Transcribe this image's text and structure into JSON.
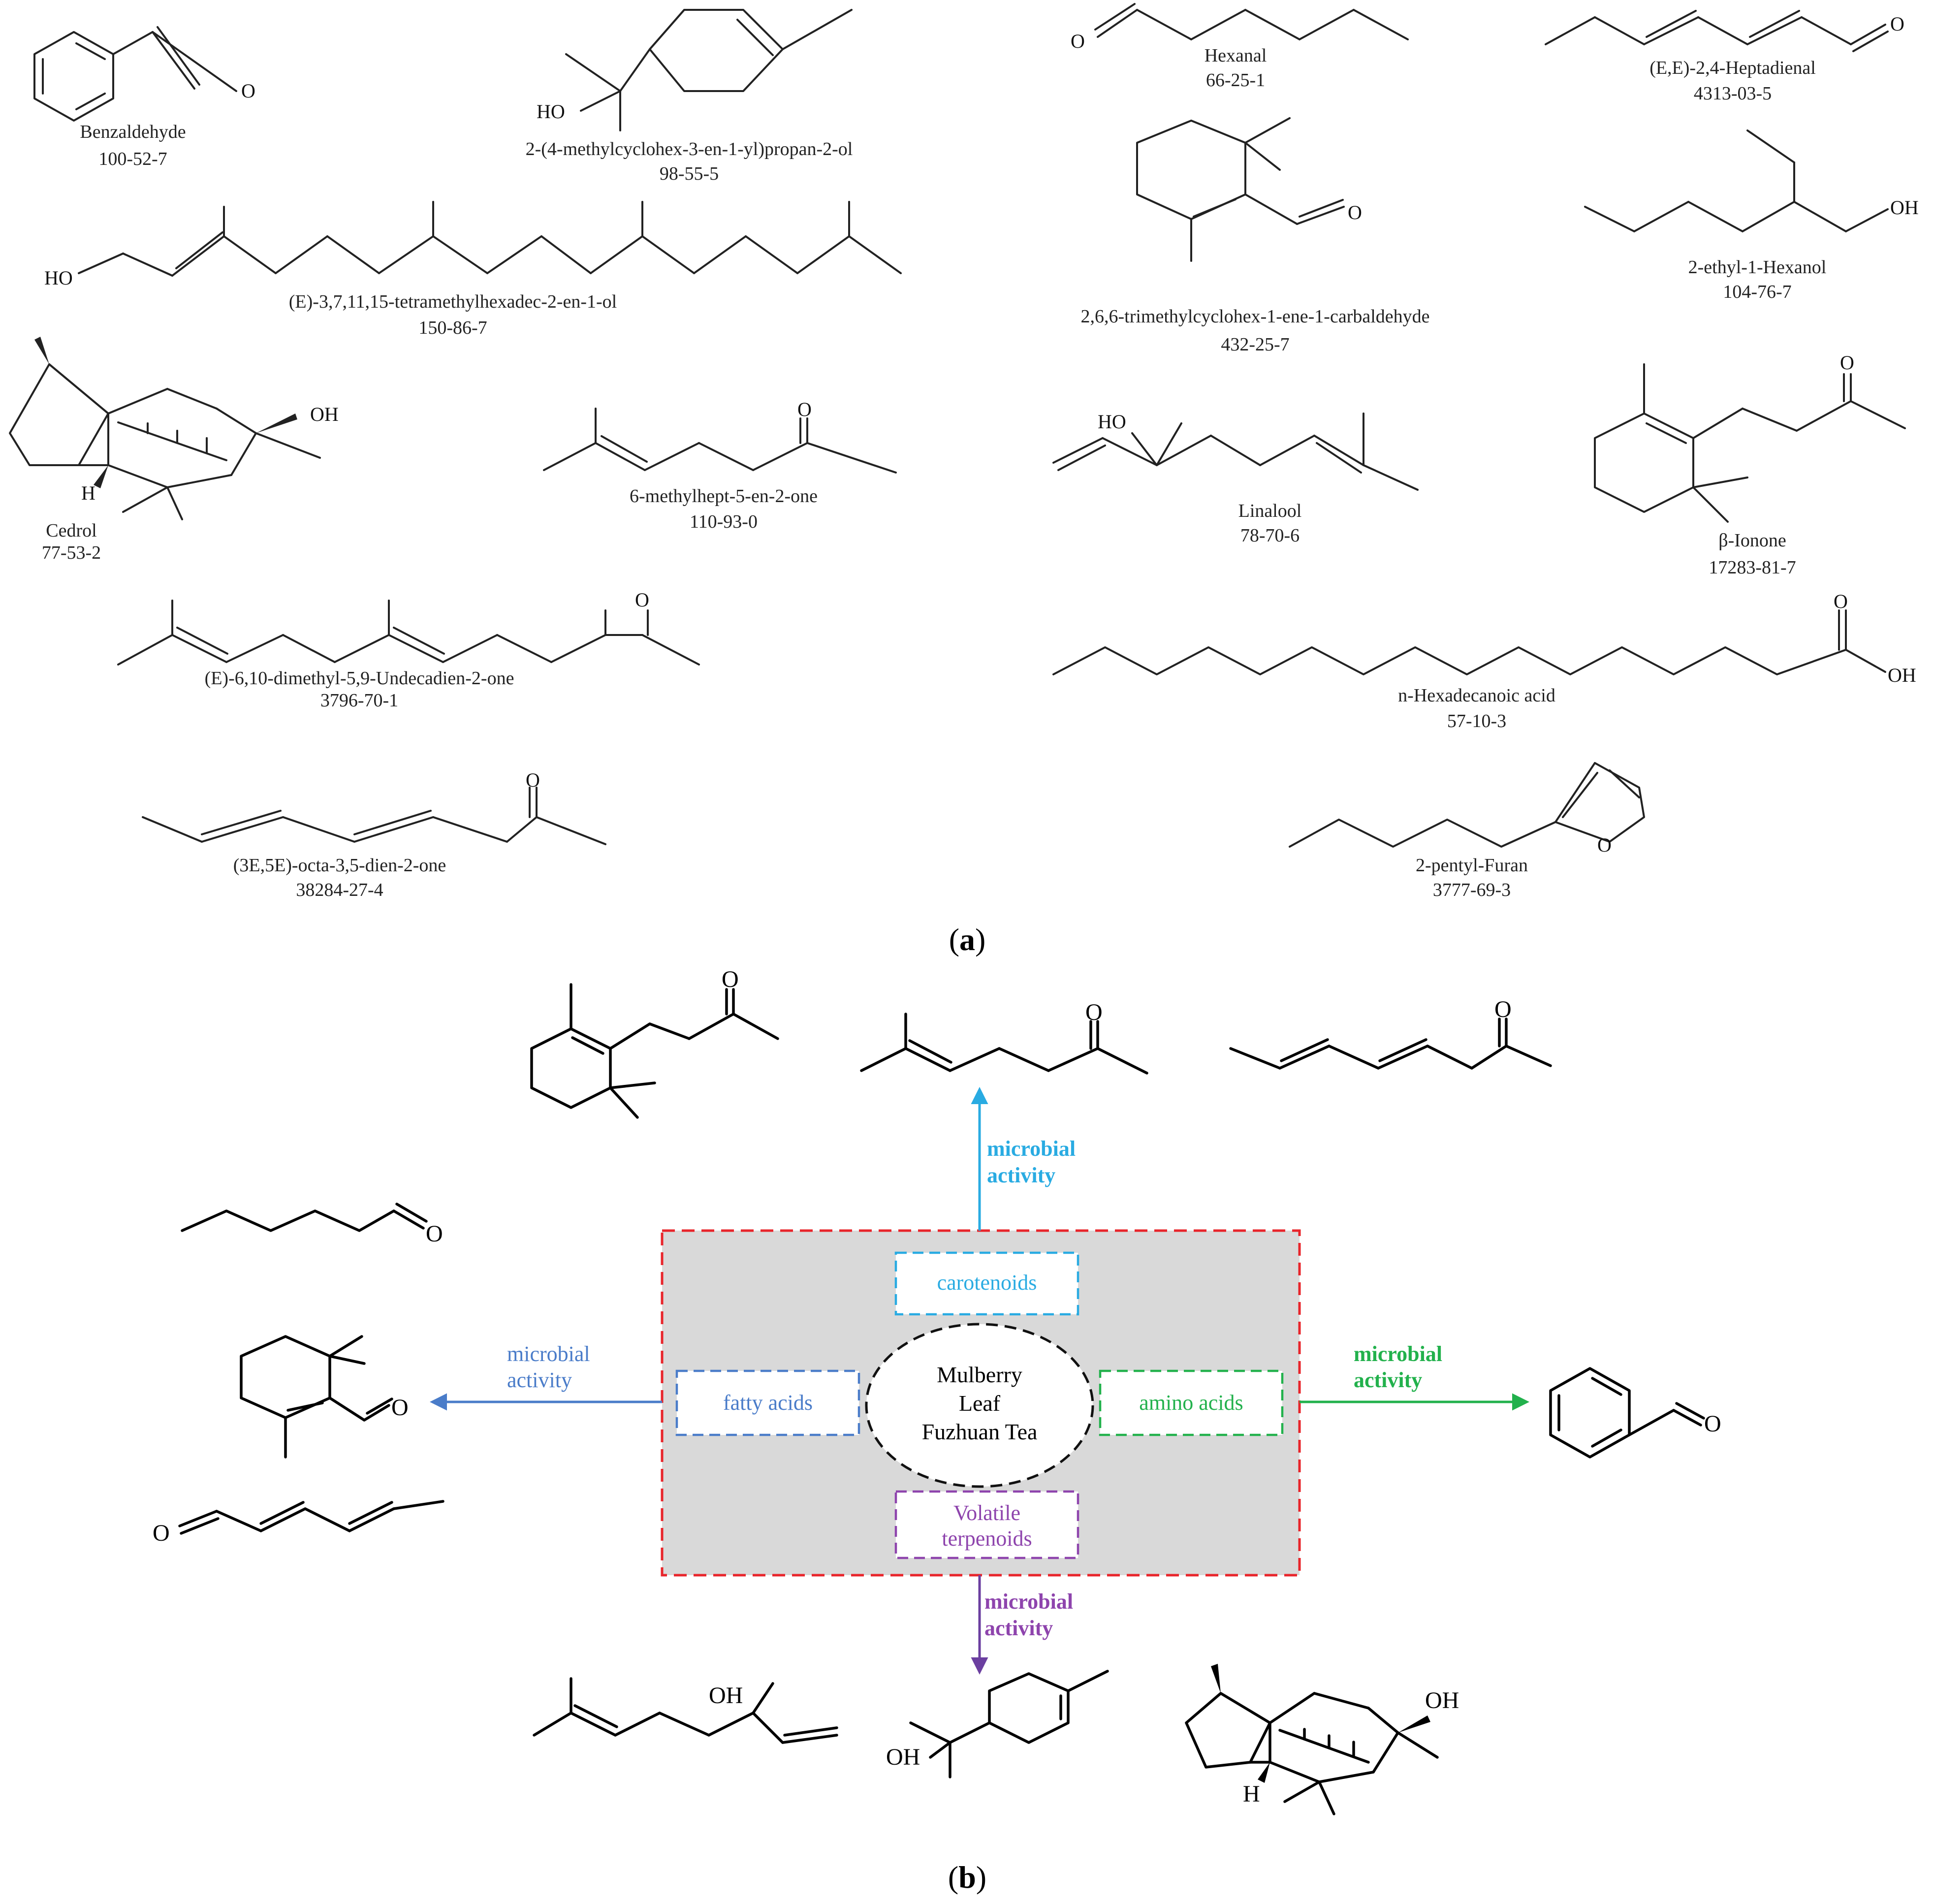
{
  "panel_a": {
    "label_open": "(",
    "label_letter": "a",
    "label_close": ")",
    "compounds": [
      {
        "name": "Benzaldehyde",
        "cas": "100-52-7"
      },
      {
        "name": "2-(4-methylcyclohex-3-en-1-yl)propan-2-ol",
        "cas": "98-55-5"
      },
      {
        "name": "Hexanal",
        "cas": "66-25-1"
      },
      {
        "name": "(E,E)-2,4-Heptadienal",
        "cas": "4313-03-5"
      },
      {
        "name": "(E)-3,7,11,15-tetramethylhexadec-2-en-1-ol",
        "cas": "150-86-7"
      },
      {
        "name": "2,6,6-trimethylcyclohex-1-ene-1-carbaldehyde",
        "cas": "432-25-7"
      },
      {
        "name": "2-ethyl-1-Hexanol",
        "cas": "104-76-7"
      },
      {
        "name": "Cedrol",
        "cas": "77-53-2"
      },
      {
        "name": "6-methylhept-5-en-2-one",
        "cas": "110-93-0"
      },
      {
        "name": "Linalool",
        "cas": "78-70-6"
      },
      {
        "name": "β-Ionone",
        "cas": "17283-81-7"
      },
      {
        "name": "(E)-6,10-dimethyl-5,9-Undecadien-2-one",
        "cas": "3796-70-1"
      },
      {
        "name": "n-Hexadecanoic acid",
        "cas": "57-10-3"
      },
      {
        "name": "(3E,5E)-octa-3,5-dien-2-one",
        "cas": "38284-27-4"
      },
      {
        "name": "2-pentyl-Furan",
        "cas": "3777-69-3"
      }
    ]
  },
  "panel_b": {
    "label_open": "(",
    "label_letter": "b",
    "label_close": ")",
    "center": [
      "Mulberry",
      "Leaf",
      "Fuzhuan Tea"
    ],
    "precursors": {
      "top": {
        "text": "carotenoids",
        "color": "#29abe2"
      },
      "left": {
        "text": "fatty acids",
        "color": "#4a7cc9"
      },
      "right": {
        "text": "amino acids",
        "color": "#22b14c"
      },
      "bottom": {
        "line1": "Volatile",
        "line2": "terpenoids",
        "color": "#8e44ad"
      }
    },
    "arrow_label": {
      "line1": "microbial",
      "line2": "activity"
    },
    "frame_color": "#e8252b",
    "box_fill": "#d9d9d9"
  },
  "atoms": {
    "O": "O",
    "OH": "OH",
    "HO": "HO",
    "H": "H"
  }
}
